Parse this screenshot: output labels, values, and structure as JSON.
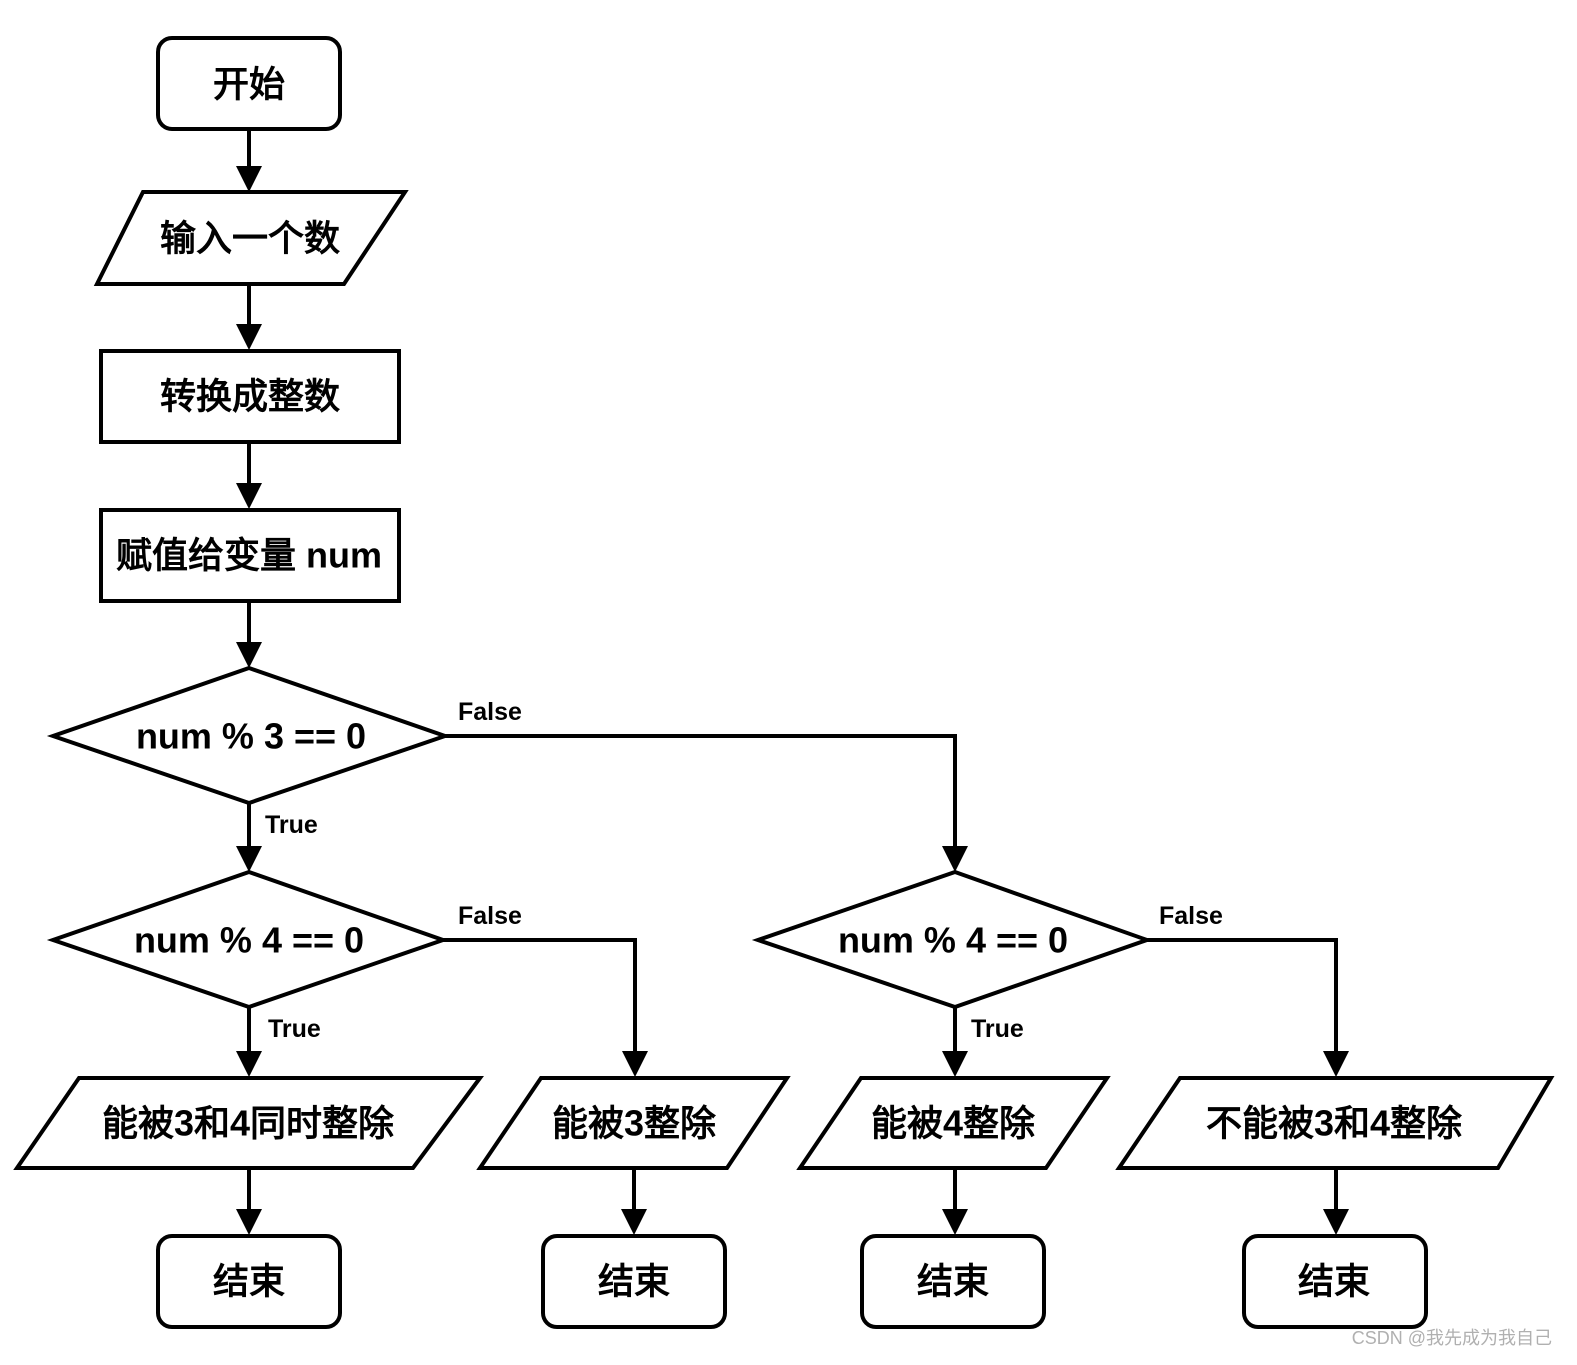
{
  "colors": {
    "stroke": "#000000",
    "fill": "#ffffff",
    "watermark": "#b0b0b0"
  },
  "nodes": {
    "start": {
      "shape": "rounded-rectangle",
      "label": "开始"
    },
    "input": {
      "shape": "parallelogram",
      "label": "输入一个数"
    },
    "convert": {
      "shape": "rectangle",
      "label": "转换成整数"
    },
    "assign": {
      "shape": "rectangle",
      "label": "赋值给变量 num"
    },
    "check3": {
      "shape": "diamond",
      "label": "num % 3 == 0"
    },
    "check4_left": {
      "shape": "diamond",
      "label": "num % 4 == 0"
    },
    "check4_right": {
      "shape": "diamond",
      "label": "num % 4 == 0"
    },
    "out_both": {
      "shape": "parallelogram",
      "label": "能被3和4同时整除"
    },
    "out_3": {
      "shape": "parallelogram",
      "label": "能被3整除"
    },
    "out_4": {
      "shape": "parallelogram",
      "label": "能被4整除"
    },
    "out_none": {
      "shape": "parallelogram",
      "label": "不能被3和4整除"
    },
    "end1": {
      "shape": "rounded-rectangle",
      "label": "结束"
    },
    "end2": {
      "shape": "rounded-rectangle",
      "label": "结束"
    },
    "end3": {
      "shape": "rounded-rectangle",
      "label": "结束"
    },
    "end4": {
      "shape": "rounded-rectangle",
      "label": "结束"
    }
  },
  "edges": [
    {
      "from": "start",
      "to": "input"
    },
    {
      "from": "input",
      "to": "convert"
    },
    {
      "from": "convert",
      "to": "assign"
    },
    {
      "from": "assign",
      "to": "check3"
    },
    {
      "from": "check3",
      "to": "check4_left",
      "label": "True"
    },
    {
      "from": "check3",
      "to": "check4_right",
      "label": "False"
    },
    {
      "from": "check4_left",
      "to": "out_both",
      "label": "True"
    },
    {
      "from": "check4_left",
      "to": "out_3",
      "label": "False"
    },
    {
      "from": "check4_right",
      "to": "out_4",
      "label": "True"
    },
    {
      "from": "check4_right",
      "to": "out_none",
      "label": "False"
    },
    {
      "from": "out_both",
      "to": "end1"
    },
    {
      "from": "out_3",
      "to": "end2"
    },
    {
      "from": "out_4",
      "to": "end3"
    },
    {
      "from": "out_none",
      "to": "end4"
    }
  ],
  "watermark": "CSDN @我先成为我自己"
}
